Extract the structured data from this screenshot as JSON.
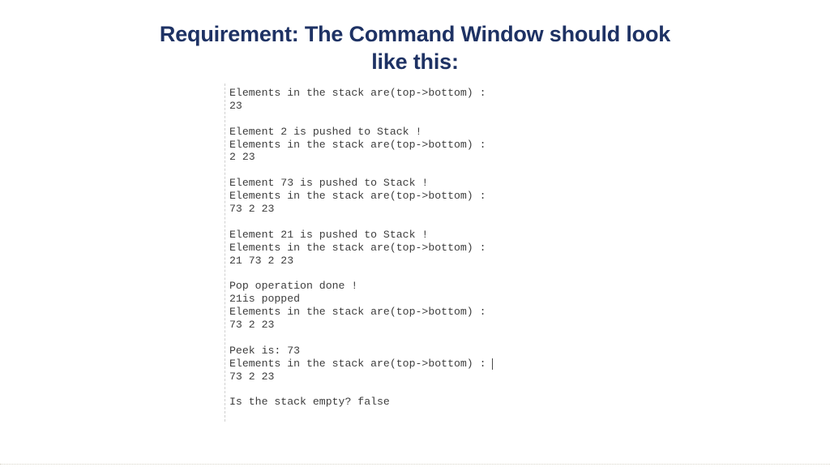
{
  "slide": {
    "title": {
      "line1": "Requirement: The Command Window should look",
      "line2": "like this:"
    },
    "console": {
      "lines": [
        "Elements in the stack are(top->bottom) :",
        "23",
        "",
        "Element 2 is pushed to Stack !",
        "Elements in the stack are(top->bottom) :",
        "2 23",
        "",
        "Element 73 is pushed to Stack !",
        "Elements in the stack are(top->bottom) :",
        "73 2 23",
        "",
        "Element 21 is pushed to Stack !",
        "Elements in the stack are(top->bottom) :",
        "21 73 2 23",
        "",
        "Pop operation done !",
        "21is popped",
        "Elements in the stack are(top->bottom) :",
        "73 2 23",
        "",
        "Peek is: 73",
        "Elements in the stack are(top->bottom) : ",
        "73 2 23",
        "",
        "Is the stack empty? false"
      ],
      "cursor_line_index": 21
    },
    "colors": {
      "title_text": "#1e3264",
      "console_text": "#3d3d3d",
      "console_border": "#cfcfcf",
      "bottom_rule": "#d8d4c8",
      "background": "#ffffff"
    }
  }
}
